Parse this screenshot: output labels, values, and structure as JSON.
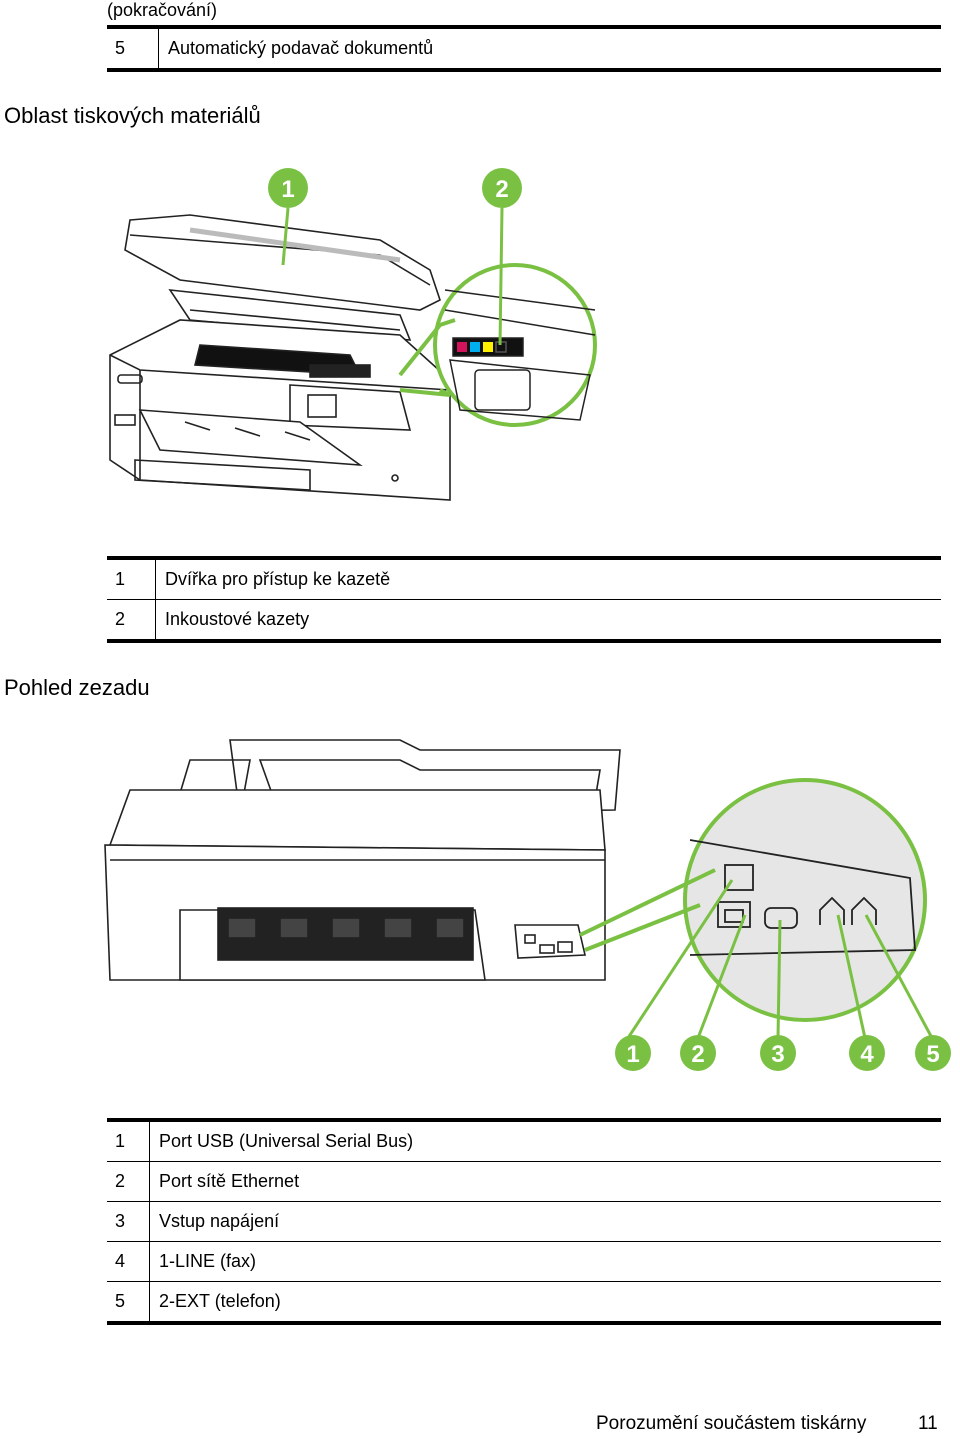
{
  "continued_label": "(pokračování)",
  "top_table": [
    {
      "num": "5",
      "text": "Automatický podavač dokumentů"
    }
  ],
  "section1": {
    "title": "Oblast tiskových materiálů",
    "callouts": [
      "1",
      "2"
    ],
    "items": [
      {
        "num": "1",
        "text": "Dvířka pro přístup ke kazetě"
      },
      {
        "num": "2",
        "text": "Inkoustové kazety"
      }
    ]
  },
  "section2": {
    "title": "Pohled zezadu",
    "callouts": [
      "1",
      "2",
      "3",
      "4",
      "5"
    ],
    "items": [
      {
        "num": "1",
        "text": "Port USB (Universal Serial Bus)"
      },
      {
        "num": "2",
        "text": "Port sítě Ethernet"
      },
      {
        "num": "3",
        "text": "Vstup napájení"
      },
      {
        "num": "4",
        "text": "1-LINE (fax)"
      },
      {
        "num": "5",
        "text": "2-EXT (telefon)"
      }
    ]
  },
  "footer": {
    "text": "Porozumění součástem tiskárny",
    "page": "11"
  },
  "colors": {
    "callout_green": "#7ac143",
    "line_gray": "#222222",
    "circle_fill": "#e6e6e6"
  }
}
